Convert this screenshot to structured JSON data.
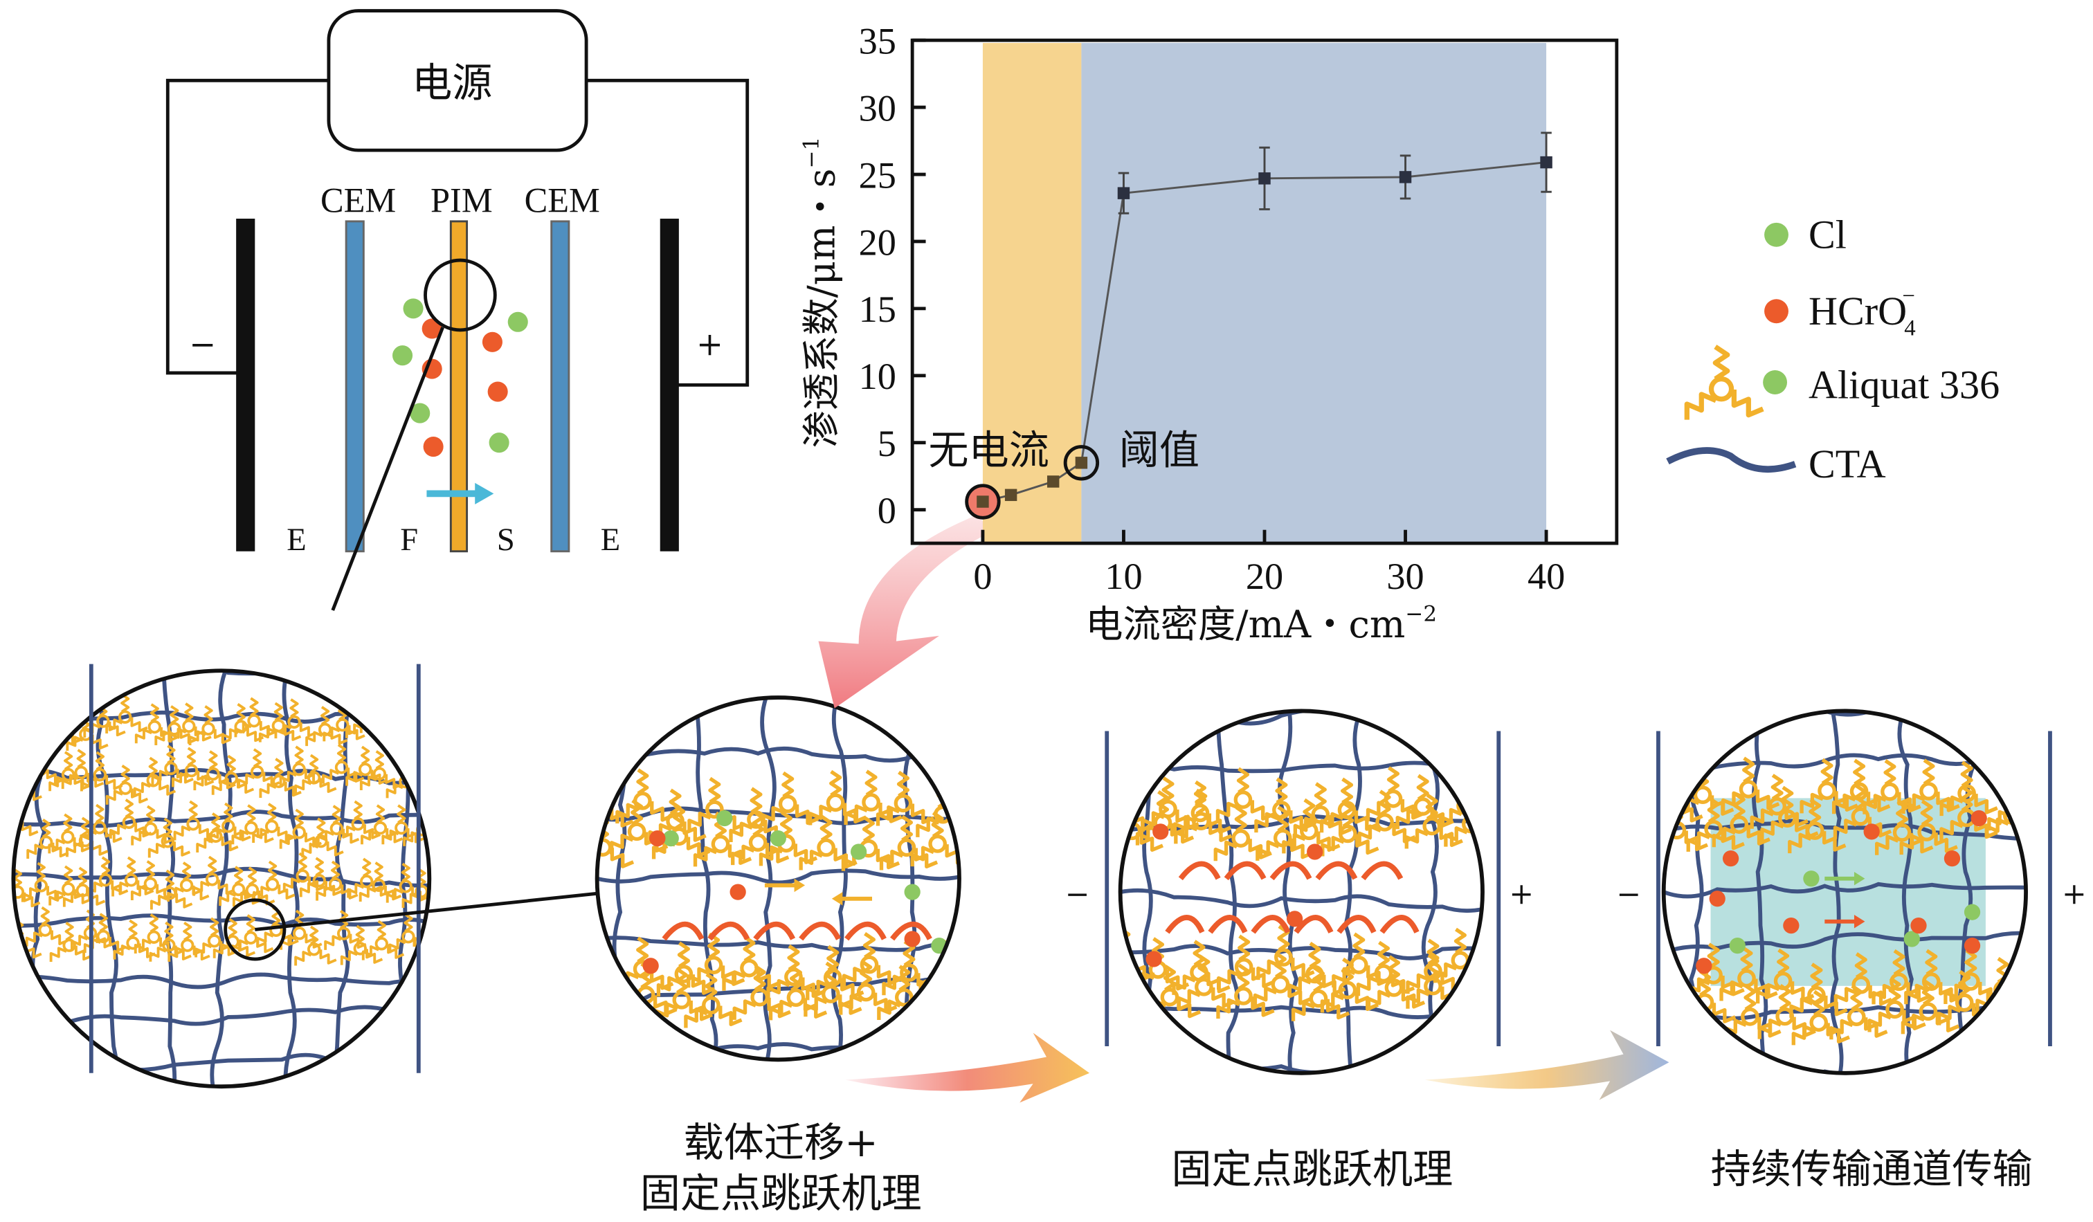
{
  "colors": {
    "cem": "#4f8fc0",
    "pim": "#f0a92a",
    "electrode": "#111111",
    "chloride": "#8dc863",
    "chromate": "#ec5b2b",
    "aliquat": "#f2b12c",
    "cta": "#3f5383",
    "orange_region": "#f6d48f",
    "blue_region": "#b9c8dc",
    "channel": "#b8e0df",
    "hop_arrow": "#ec5b2b"
  },
  "cell": {
    "power_label": "电源",
    "minus": "−",
    "plus": "+",
    "membranes": [
      "CEM",
      "PIM",
      "CEM"
    ],
    "compartments": [
      "E",
      "F",
      "S",
      "E"
    ]
  },
  "mechanisms": {
    "side_minus": "−",
    "side_plus": "+",
    "caption_1_line1": "载体迁移+",
    "caption_1_line2": "固定点跳跃机理",
    "caption_2": "固定点跳跃机理",
    "caption_3": "持续传输通道传输"
  },
  "legend": [
    {
      "label": "Cl",
      "icon": "green-dot"
    },
    {
      "label": "HCrO",
      "sub": "4",
      "sup": "−",
      "icon": "red-dot"
    },
    {
      "label": "Aliquat 336",
      "icon": "aliquat-molecule"
    },
    {
      "label": "CTA",
      "icon": "blue-wave"
    }
  ],
  "chart_data": {
    "type": "line",
    "xlabel": "电流密度/mA・cm",
    "xlabel_sup": "−2",
    "ylabel": "渗透系数/μm・s",
    "ylabel_sup": "−1",
    "xlim": [
      -5,
      45
    ],
    "ylim": [
      -2.5,
      35
    ],
    "xticks": [
      0,
      10,
      20,
      30,
      40
    ],
    "yticks": [
      0,
      5,
      10,
      15,
      20,
      25,
      30,
      35
    ],
    "grid": false,
    "regions": [
      {
        "from": 0,
        "to": 7,
        "color": "#f6d48f"
      },
      {
        "from": 7,
        "to": 40,
        "color": "#b9c8dc"
      }
    ],
    "series": [
      {
        "name": "permeability",
        "x": [
          0,
          2,
          5,
          7,
          10,
          20,
          30,
          40
        ],
        "y": [
          0.6,
          1.1,
          2.1,
          3.5,
          23.6,
          24.7,
          24.8,
          25.9
        ],
        "error": [
          0,
          0,
          0,
          0,
          1.5,
          2.3,
          1.6,
          2.2
        ]
      }
    ],
    "annotations": [
      {
        "text": "无电流",
        "x": 0,
        "y": 0.6
      },
      {
        "text": "阈值",
        "x": 7,
        "y": 3.5
      }
    ]
  }
}
